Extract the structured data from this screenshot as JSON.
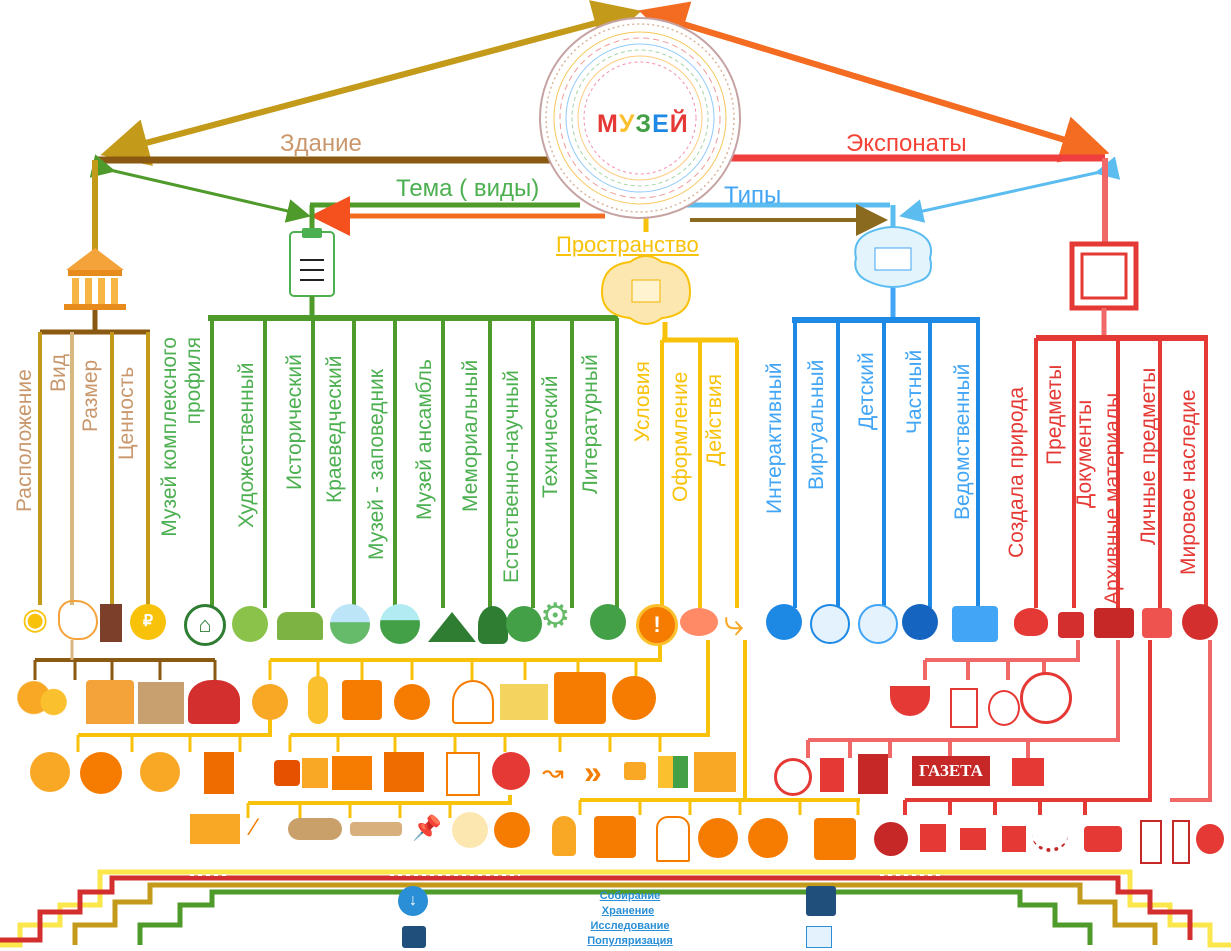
{
  "center": {
    "title_letters": [
      "М",
      "У",
      "З",
      "Е",
      "Й"
    ],
    "title_colors": [
      "#e53935",
      "#fbc02d",
      "#43a047",
      "#1e88e5",
      "#e53935"
    ]
  },
  "branches": {
    "building": {
      "label": "Здание",
      "color": "#b5651d"
    },
    "theme": {
      "label": "Тема ( виды)",
      "color": "#4caf50"
    },
    "space": {
      "label": "Пространство",
      "color": "#f9c20a"
    },
    "types": {
      "label": "Типы",
      "color": "#42a5f5"
    },
    "exhibits": {
      "label": "Экспонаты",
      "color": "#f44336"
    }
  },
  "building_items": [
    "Расположение",
    "Вид",
    "Размер",
    "Ценность"
  ],
  "theme_items": [
    "Музей комплексного профиля",
    "Художественный",
    "Исторический",
    "Краеведческий",
    "Музей - заповедник",
    "Музей ансамбль",
    "Мемориальный",
    "Естественно-научный",
    "Технический",
    "Литературный"
  ],
  "space_items": [
    "Условия",
    "Оформление",
    "Действия"
  ],
  "type_items": [
    "Интерактивный",
    "Виртуальный",
    "Детский",
    "Частный",
    "Ведомственный"
  ],
  "exhibit_items": [
    "Создала природа",
    "Предметы",
    "Документы",
    "Архивные материалы",
    "Личные предметы",
    "Мировое наследие"
  ],
  "newspaper_label": "ГАЗЕТА",
  "functions": [
    "Собирание",
    "Хранение",
    "Исследование",
    "Популяризация"
  ],
  "icons": {
    "building_row": [
      "location-pin-icon",
      "outline-shape-icon",
      "building-icon",
      "ruble-coin-icon"
    ],
    "theme_row": [
      "house-icon",
      "palette-icon",
      "horse-icon",
      "landscape-icon",
      "trees-icon",
      "mountain-icon",
      "person-silhouette-icon",
      "science-flask-icon",
      "gears-icon",
      "book-icon"
    ],
    "space_row": [
      "exclamation-icon",
      "bow-icon",
      "arrow-icon"
    ],
    "type_row": [
      "touch-icon",
      "vr-headset-icon",
      "child-face-icon",
      "doctor-icon",
      "id-badge-icon"
    ],
    "exhibit_row": [
      "butterfly-icon",
      "red-cube-icon",
      "archive-box-icon",
      "treasure-chest-icon",
      "globe-icon"
    ]
  }
}
